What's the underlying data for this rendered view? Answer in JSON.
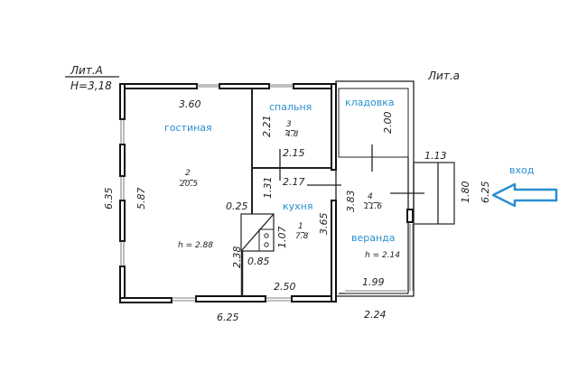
{
  "headers": {
    "lit_a_main": "Лит.А",
    "height_main": "H=3,18",
    "lit_a_ext": "Лит.а"
  },
  "rooms": [
    {
      "name": "гостиная",
      "number": "2",
      "area": "20.5",
      "height": "h = 2.88"
    },
    {
      "name": "спальня",
      "number": "3",
      "area": "4.8"
    },
    {
      "name": "кухня",
      "number": "1",
      "area": "7.8"
    },
    {
      "name": "кладовка"
    },
    {
      "name": "веранда",
      "number": "4",
      "area": "11.6",
      "height": "h = 2.14"
    }
  ],
  "dimensions": {
    "d360": "3.60",
    "d635": "6.35",
    "d587": "5.87",
    "d221": "2.21",
    "d215": "2.15",
    "d217": "2.17",
    "d131": "1.31",
    "d025": "0.25",
    "d107": "1.07",
    "d365": "3.65",
    "d238": "2.38",
    "d085": "0.85",
    "d250": "2.50",
    "d625b": "6.25",
    "d200": "2.00",
    "d383": "3.83",
    "d199": "1.99",
    "d224": "2.24",
    "d113": "1.13",
    "d180": "1.80",
    "d625r": "6.25"
  },
  "entrance": {
    "label": "вход",
    "color": "#2a8fd0"
  }
}
